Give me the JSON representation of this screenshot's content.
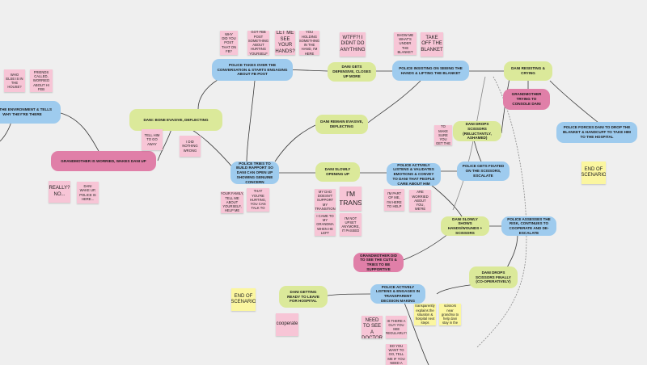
{
  "nodes": {
    "n_env": "I IN THE ENVIRONMENT & TELLS WHY THEY'RE THERE",
    "n_evasive": "DANI: BONE EVASIVE, DEFLECTING",
    "n_grandmother_worried": "GRANDMOTHER IS WORRIED, WAKES DANI UP",
    "n_police_takeover": "POLICE TAKES OVER THE CONVERSATION & STARTS ENGAGING ABOUT FB POST",
    "n_dani_defensive": "DANI GETS DEFENSIVE, CLOSES UP MORE",
    "n_police_insisting": "POLICE INSISTING ON SEEING THE HANDS & LIFTING THE BLANKET",
    "n_resisting": "DANI RESISTING & CRYING",
    "n_grandmother_console": "GRANDMOTHER TRYING TO CONSOLE DANI",
    "n_police_forces": "POLICE FORCES DANI TO DROP THE BLANKET & HANDCUFF TO TAKE HIM TO THE HOSPITAL",
    "n_remain_evasive": "DANI REMAIN EVASIVE, DEFLECTING",
    "n_build_rapport": "POLICE TRIES TO BUILD RAPPORT SO DANI CAN OPEN UP SHOWING GENUINE CONCERN",
    "n_slowly_opening": "DANI SLOWLY OPENING UP",
    "n_actively_listens": "POLICE ACTIVELY LISTENS & VALIDATES EMOTIONS & CONVEY TO DANI THAT PEOPLE CARE ABOUT HIM",
    "n_drops_scissors_reluct": "DANI DROPS SCISSORS (RELUCTANTLY, ASHAMED)",
    "n_fixated": "POLICE GETS FIXATED ON THE SCISSORS, ESCALATE",
    "n_shows_hands": "DANI SLOWLY SHOWS HANDS/WOUNDS + SCISSORS",
    "n_assesses_risk": "POLICE ASSESSES THE RISK, CONTINUES TO COOPERATE AND DE-ESCALATE",
    "n_grandmother_cuts": "GRANDMOTHER DID TO SEE THE CUTS & TRIES TO BE SUPPORTIVE",
    "n_drops_finally": "DANI DROPS SCISSORS FINALLY (co-operatively)",
    "n_getting_ready": "DANI GETTING READY TO LEAVE FOR HOSPITAL",
    "n_transparent": "POLICE ACTIVELY LISTENS & ENGAGES IN TRANSPARENT DECISION MAKING"
  },
  "stickies": {
    "s_who_else": "WHO ELSE IS IN THE HOUSE?",
    "s_friends_called": "FRIENDS CALLED, WORRIED ABOUT HI FEB",
    "s_tell_go_away": "TELL HIM TO GO AWAY",
    "s_nothing_wrong": "I DID NOTHING WRONG",
    "s_really": "REALLY? NO...",
    "s_dani_wake": "DANI WAKE UP, POLICE IS HERE...",
    "s_why_post": "WHY DID YOU POST THAT ON FB?",
    "s_got_fb_post": "GOT FBB POST SOMETHING ABOUT HURTING YOURSELF",
    "s_see_hands": "LET ME SEE YOUR HANDS?",
    "s_holding_something": "YOU HOLDING SOMETHING IN THE HAND, I'M HERE",
    "s_wtf": "WTFF?! I DIDNT DO ANYTHING",
    "s_show_me": "SHOW ME WHAT'S UNDER THE BLANKET",
    "s_take_off": "TAKE OFF THE BLANKET",
    "s_rapport_a": "WHO IS IN YOUR FAMILY, TELL ME ABOUT YOURSELF, HELP ME UNDERSTAND",
    "s_rapport_b": "I CAN SEE THAT YOU'RE HURTING, YOU CAN TALK TO ME",
    "s_my_dad": "MY DAD DOESN'T SUPPORT MY TRANSITION",
    "s_im_trans": "I'M TRANS",
    "s_came_to_grandma": "I CAME TO MY GRANDMA WHEN HE LEFT",
    "s_not_upset": "I'M NOT UPSET ANYMORE, IT PASSED",
    "s_here_to_help": "I'M PART OF ME, I'M HERE TO HELP",
    "s_your_friends": "YOUR FRIENDS ARE WORRIED ABOUT YOU, WE'RE HERE TO HELP",
    "s_we_are_here": "WE ARE HERE TO MAKE SURE YOU GET THE RIGHT CARE",
    "s_end_right": "END OF SCENARIO",
    "s_end_left": "END OF SCENARIO",
    "s_cooperate": "cooperate",
    "s_need_doctor": "WE NEED TO SEE A DOCTOR",
    "s_out_regularly": "IS THERE A GUY YOU SEE REGULARLY?",
    "s_where_go": "WHERE DO YOU WANT TO GO, TELL ME IF YOU NEED A FRIEND",
    "s_yellow_note": "transparently explains the situation & hospital next steps",
    "s_near_grandma": "can take scissors near grandma to help dani stay in the middle"
  }
}
